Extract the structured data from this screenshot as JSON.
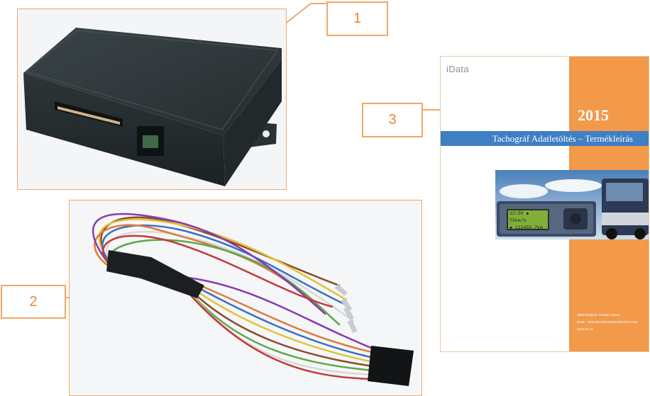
{
  "callouts": [
    "1",
    "2",
    "3"
  ],
  "document": {
    "logo": "iData",
    "year": "2015",
    "title": "Tachográf Adatletöltés – Termékleírás",
    "author": "Albert Roland / Product Owner",
    "company": "iData – Műszaki Informatikai Mérnöki Iroda",
    "date": "2015.06.12.",
    "display_line1": "12:50 ◆ 75km/h",
    "display_line2": "◆ 123456.7km"
  },
  "colors": {
    "accent": "#f0a868",
    "callout_text": "#e8843a",
    "doc_orange": "#f2994a",
    "doc_blue": "#3f7fc4"
  }
}
